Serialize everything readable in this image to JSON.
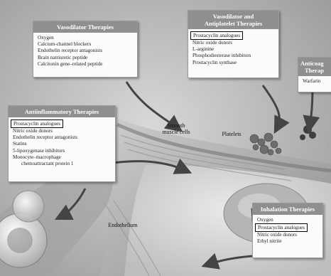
{
  "boxes": {
    "vasodilator": {
      "title": "Vasodilator Therapies",
      "items": [
        "Oxygen",
        "Calcium-channel blockers",
        "Endothelin receptor antagonists",
        "Brain natriuretic peptide",
        "Calcitonin gene–related peptide"
      ]
    },
    "vaso_antiplatelet": {
      "title_line1": "Vasodilator and",
      "title_line2": "Antiplatelet Therapies",
      "highlight": "Prostacyclin analogues",
      "items": [
        "Nitric oxide donors",
        "L-arginine",
        "Phosphodiesterase inhibitors",
        "Prostacyclin synthase"
      ]
    },
    "anticoag": {
      "title_line1": "Anticoag",
      "title_line2": "Therap",
      "items": [
        "Warfarin"
      ]
    },
    "antiinflammatory": {
      "title": "Antiinflammatory Therapies",
      "highlight": "Prostacyclin analogues",
      "items": [
        "Nitric oxide donors",
        "Endothelin receptor antagonists",
        "Statins",
        "5-lipoxygenase inhibitors",
        "Monocyte–macrophage"
      ],
      "item_cont": "chemoattractant protein 1"
    },
    "inhalation": {
      "title": "Inhalation Therapies",
      "items_before": [
        "Oxygen"
      ],
      "highlight": "Prostacyclin analogues",
      "items_after": [
        "Nitric oxide donors",
        "Ethyl nitrite"
      ]
    }
  },
  "labels": {
    "smooth_line1": "Smooth",
    "smooth_line2": "muscle cells",
    "platelets": "Platelets",
    "endothelium": "Endothelium"
  },
  "colors": {
    "box_header": "#8f8f8f",
    "highlight_border": "#000000"
  }
}
